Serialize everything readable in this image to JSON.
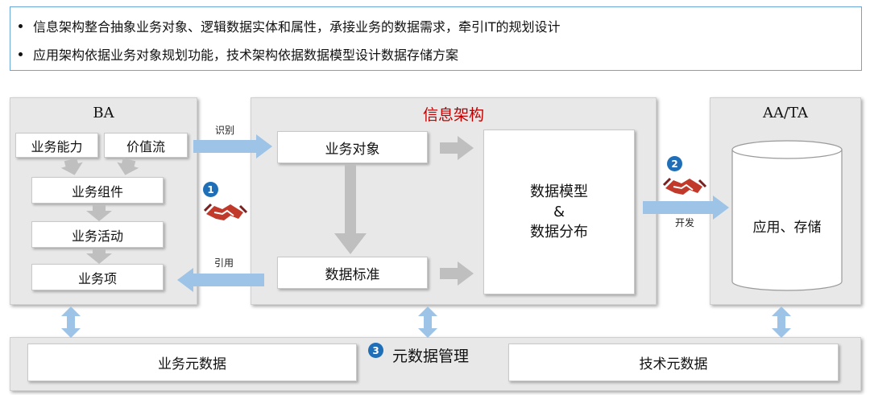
{
  "bullets": [
    "信息架构整合抽象业务对象、逻辑数据实体和属性，承接业务的数据需求，牵引IT的规划设计",
    "应用架构依据业务对象规划功能，技术架构依据数据模型设计数据存储方案"
  ],
  "ba": {
    "title": "BA",
    "capability": "业务能力",
    "value_stream": "价值流",
    "component": "业务组件",
    "activity": "业务活动",
    "item": "业务项"
  },
  "ia": {
    "title": "信息架构",
    "business_object": "业务对象",
    "data_standard": "数据标准",
    "model_line1": "数据模型",
    "model_line2": "&",
    "model_line3": "数据分布"
  },
  "aa": {
    "title": "AA/TA",
    "storage": "应用、存储"
  },
  "labels": {
    "identify": "识别",
    "reference": "引用",
    "develop": "开发"
  },
  "badges": [
    "1",
    "2",
    "3"
  ],
  "meta": {
    "title": "元数据管理",
    "business_meta": "业务元数据",
    "tech_meta": "技术元数据"
  },
  "colors": {
    "accent_red": "#c00000",
    "arrow_blue": "#9dc3e6",
    "arrow_gray": "#bfbfbf",
    "badge_blue": "#1f6fb8",
    "border_blue": "#6aa7d8"
  },
  "icons": [
    "handshake-icon"
  ]
}
